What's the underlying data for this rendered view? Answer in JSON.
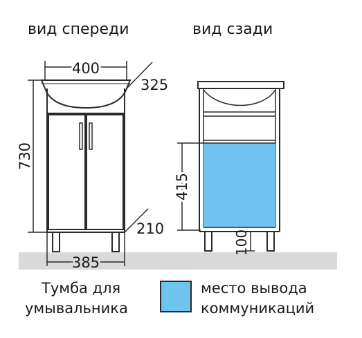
{
  "views": {
    "front_title": "вид спереди",
    "back_title": "вид сзади"
  },
  "dimensions": {
    "width_top": "400",
    "depth_top": "325",
    "height_total": "730",
    "depth_bottom": "210",
    "width_bottom": "385",
    "comm_height": "415",
    "leg_height": "100"
  },
  "caption": {
    "line1": "Тумба для",
    "line2": "умывальника"
  },
  "legend": {
    "line1": "место вывода",
    "line2": "коммуникаций"
  },
  "colors": {
    "communication_zone": "#6ec3ef",
    "floor": "#d9d9d9",
    "line": "#2a2a2a"
  }
}
